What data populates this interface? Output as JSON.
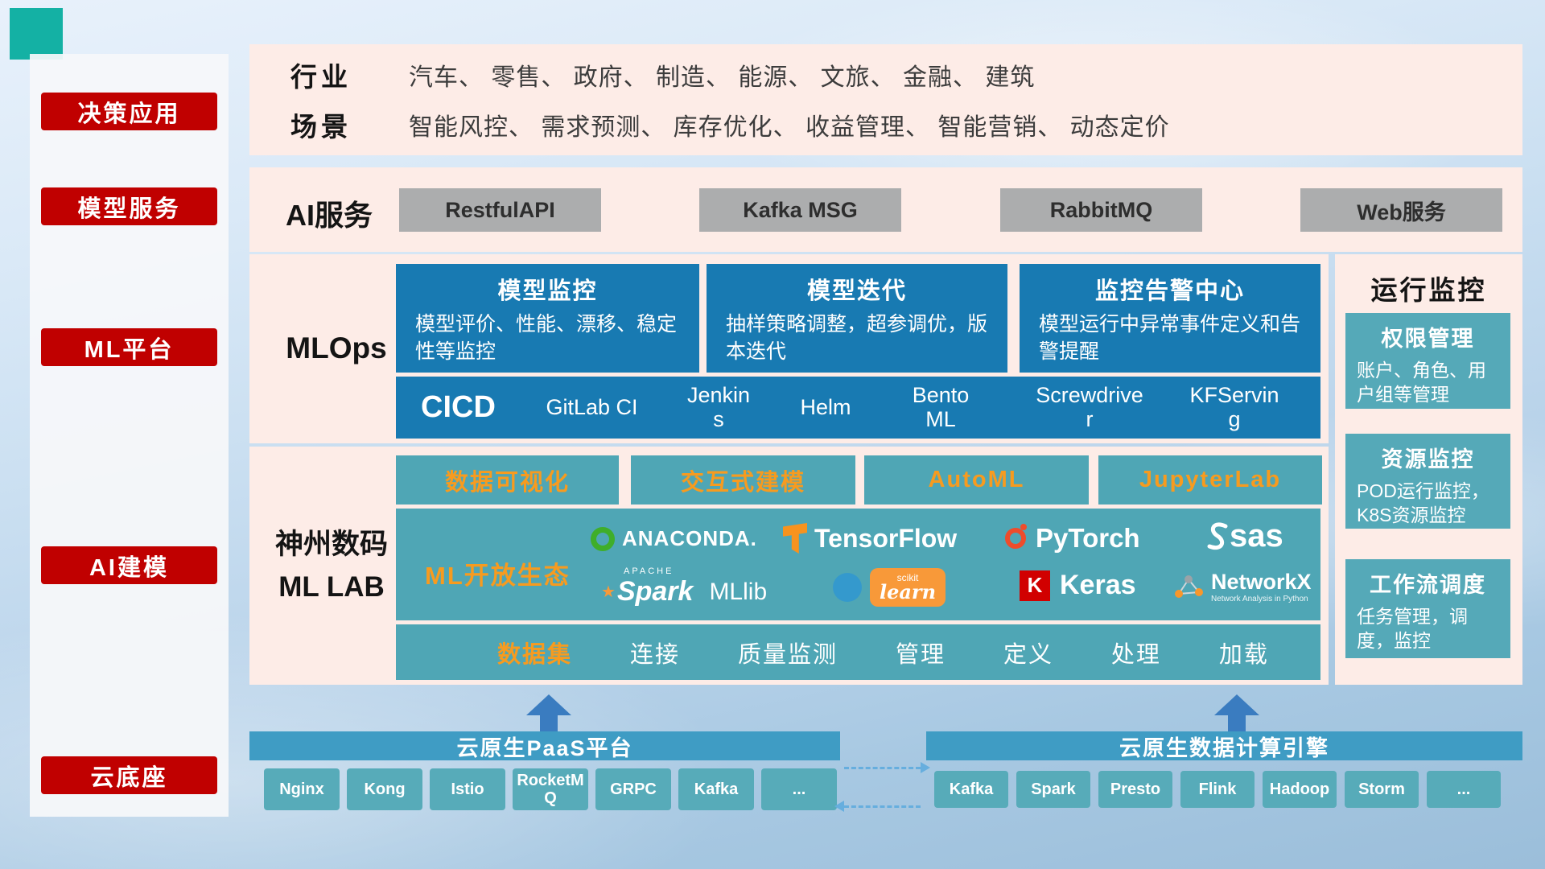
{
  "sidebar": {
    "items": [
      {
        "label": "决策应用"
      },
      {
        "label": "模型服务"
      },
      {
        "label": "ML平台"
      },
      {
        "label": "AI建模"
      },
      {
        "label": "云底座"
      }
    ]
  },
  "industry_panel": {
    "rows": [
      {
        "label": "行业",
        "text": "汽车、 零售、 政府、 制造、 能源、 文旅、 金融、 建筑"
      },
      {
        "label": "场景",
        "text": "智能风控、 需求预测、 库存优化、 收益管理、 智能营销、 动态定价"
      }
    ]
  },
  "ai_service_panel": {
    "label": "AI服务",
    "buttons": [
      "RestfulAPI",
      "Kafka MSG",
      "RabbitMQ",
      "Web服务"
    ]
  },
  "mlops_panel": {
    "label": "MLOps",
    "cards": [
      {
        "title": "模型监控",
        "desc": "模型评价、性能、漂移、稳定性等监控"
      },
      {
        "title": "模型迭代",
        "desc": "抽样策略调整，超参调优，版本迭代"
      },
      {
        "title": "监控告警中心",
        "desc": "模型运行中异常事件定义和告警提醒"
      }
    ],
    "cicd": {
      "label": "CICD",
      "items": [
        "GitLab CI",
        "Jenkins",
        "Helm",
        "BentoML",
        "Screwdriver",
        "KFServing"
      ]
    }
  },
  "monitor_panel": {
    "title": "运行监控",
    "cards": [
      {
        "title": "权限管理",
        "desc": "账户、角色、用户组等管理"
      },
      {
        "title": "资源监控",
        "desc": "POD运行监控，K8S资源监控"
      },
      {
        "title": "工作流调度",
        "desc": "任务管理，调度，监控"
      }
    ]
  },
  "mllab_panel": {
    "label_line1": "神州数码",
    "label_line2": "ML LAB",
    "tools": [
      "数据可视化",
      "交互式建模",
      "AutoML",
      "JupyterLab"
    ],
    "ecosystem": {
      "label": "ML开放生态",
      "anaconda": "ANACONDA.",
      "tensorflow": "TensorFlow",
      "pytorch": "PyTorch",
      "sas": "sas",
      "spark_apache": "APACHE",
      "spark_star": "★",
      "spark": "Spark",
      "spark_lib": "MLlib",
      "sklearn_top": "scikit",
      "sklearn": "learn",
      "keras_letter": "K",
      "keras": "Keras",
      "networkx": "NetworkX",
      "networkx_subtitle": "Network Analysis in Python"
    },
    "dataset": {
      "label": "数据集",
      "items": [
        "连接",
        "质量监测",
        "管理",
        "定义",
        "处理",
        "加载"
      ]
    }
  },
  "bottom": {
    "paas": {
      "title": "云原生PaaS平台",
      "items": [
        "Nginx",
        "Kong",
        "Istio",
        "RocketMQ",
        "GRPC",
        "Kafka",
        "..."
      ]
    },
    "engine": {
      "title": "云原生数据计算引擎",
      "items": [
        "Kafka",
        "Spark",
        "Presto",
        "Flink",
        "Hadoop",
        "Storm",
        "..."
      ]
    }
  },
  "colors": {
    "badge_red": "#c00000",
    "panel_pink": "#fdece7",
    "card_blue": "#187ab2",
    "teal": "#4fa6b5",
    "accent_orange": "#f79b1f",
    "bar_blue": "#3f9cc4",
    "pill_teal": "#57abb9",
    "gray_button": "#acadae"
  }
}
